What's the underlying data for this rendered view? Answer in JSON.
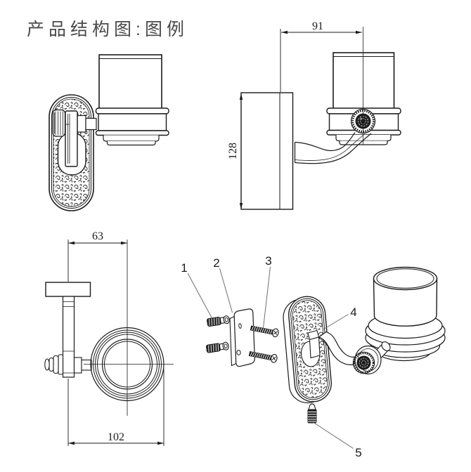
{
  "title": "产品结构图:图例",
  "colors": {
    "background": "#ffffff",
    "line": "#1b1b1b",
    "title_text": "#4a4a4a",
    "leader_line": "#6e6e6e"
  },
  "views": {
    "side_elevation": {
      "dims": {
        "wall_to_cup_center": "91",
        "backplate_height": "128"
      }
    },
    "plan": {
      "dims": {
        "wall_to_cup_center": "63",
        "overall_depth": "102"
      }
    },
    "exploded": {
      "part_numbers": [
        "1",
        "2",
        "3",
        "4",
        "5"
      ]
    }
  }
}
